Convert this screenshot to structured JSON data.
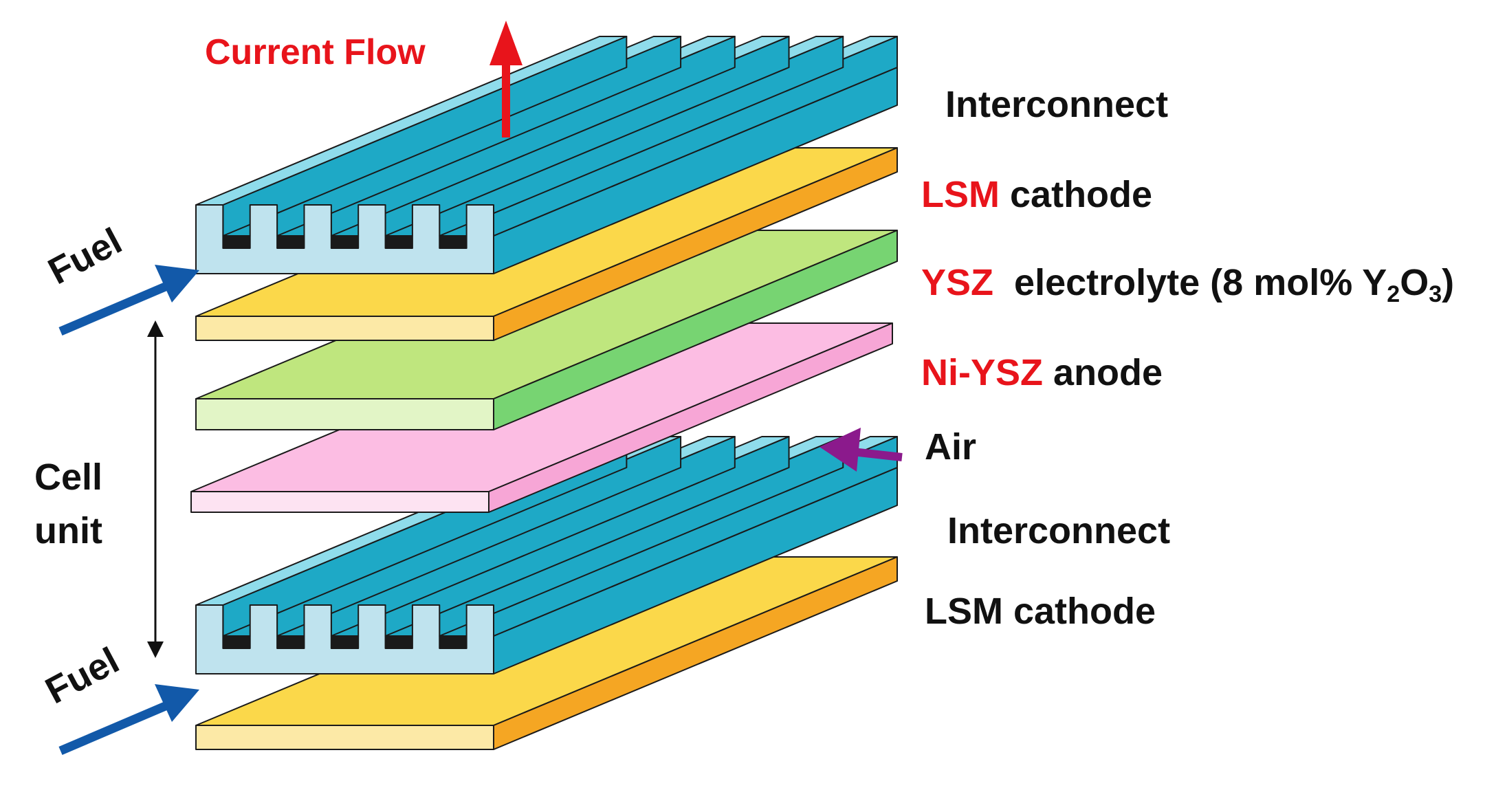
{
  "labels": {
    "current_flow": "Current Flow",
    "interconnect_top": "Interconnect",
    "lsm_top_abbr": "LSM",
    "lsm_top_rest": "cathode",
    "ysz_abbr": "YSZ",
    "ysz_rest": "electrolyte (8 mol% Y",
    "ysz_sub1": "2",
    "ysz_o": "O",
    "ysz_sub2": "3",
    "ysz_close": ")",
    "niysz_abbr": "Ni-YSZ",
    "niysz_rest": "anode",
    "air": "Air",
    "interconnect_bottom": "Interconnect",
    "lsm_bottom": "LSM cathode",
    "cell_unit_line1": "Cell",
    "cell_unit_line2": "unit",
    "fuel_top": "Fuel",
    "fuel_bottom": "Fuel"
  },
  "colors": {
    "label_red": "#e8141b",
    "interconnect_top_face": "#8fdceb",
    "interconnect_front_face": "#bfe3ee",
    "interconnect_side_face": "#1ea9c6",
    "cathode_top_face": "#fbd84a",
    "cathode_front_face": "#fce9a6",
    "cathode_side_face": "#f5a623",
    "electrolyte_top_face": "#bfe67e",
    "electrolyte_front_face": "#e2f5c6",
    "electrolyte_side_face": "#77d472",
    "anode_top_face": "#fcbde3",
    "anode_front_face": "#fde3f2",
    "anode_side_face": "#f7a6d6",
    "fuel_arrow": "#1259a9",
    "air_arrow": "#8b1a8c",
    "current_arrow": "#e8141b"
  },
  "icons": [
    "current-flow-arrow",
    "fuel-arrow",
    "air-arrow",
    "cell-unit-double-arrow"
  ]
}
